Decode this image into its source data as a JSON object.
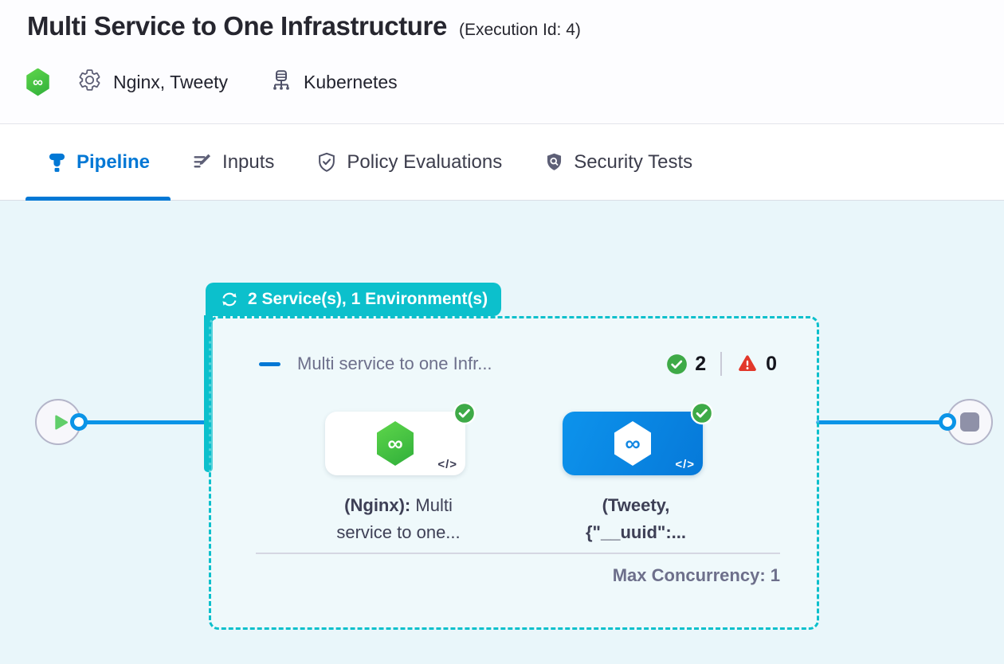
{
  "header": {
    "title": "Multi Service to One Infrastructure",
    "execution_id": "(Execution Id: 4)",
    "services": "Nginx, Tweety",
    "infrastructure": "Kubernetes"
  },
  "tabs": [
    {
      "label": "Pipeline",
      "active": true
    },
    {
      "label": "Inputs",
      "active": false
    },
    {
      "label": "Policy Evaluations",
      "active": false
    },
    {
      "label": "Security Tests",
      "active": false
    }
  ],
  "canvas": {
    "stage_badge_label": "2 Service(s), 1 Environment(s)",
    "stage": {
      "name": "Multi service to one Infr...",
      "success_count": "2",
      "error_count": "0",
      "max_concurrency": "Max Concurrency: 1",
      "services": [
        {
          "name_bold": "(Nginx):",
          "name_rest": " Multi",
          "line2": "service to one...",
          "code_glyph": "</>"
        },
        {
          "name_bold": "(Tweety,",
          "name_rest": "",
          "line2": "{\"__uuid\":...",
          "code_glyph": "</>"
        }
      ]
    }
  },
  "icons": {
    "infinity_glyph": "∞"
  },
  "colors": {
    "teal": "#0cc0cc",
    "accent_blue": "#0278d5",
    "edge_blue": "#0b94e7",
    "success_green": "#3eaa47",
    "error_red": "#e2382b",
    "card_blue": "#0a8ae6",
    "logo_green": "#45c243",
    "canvas_bg": "#e9f6fa"
  }
}
